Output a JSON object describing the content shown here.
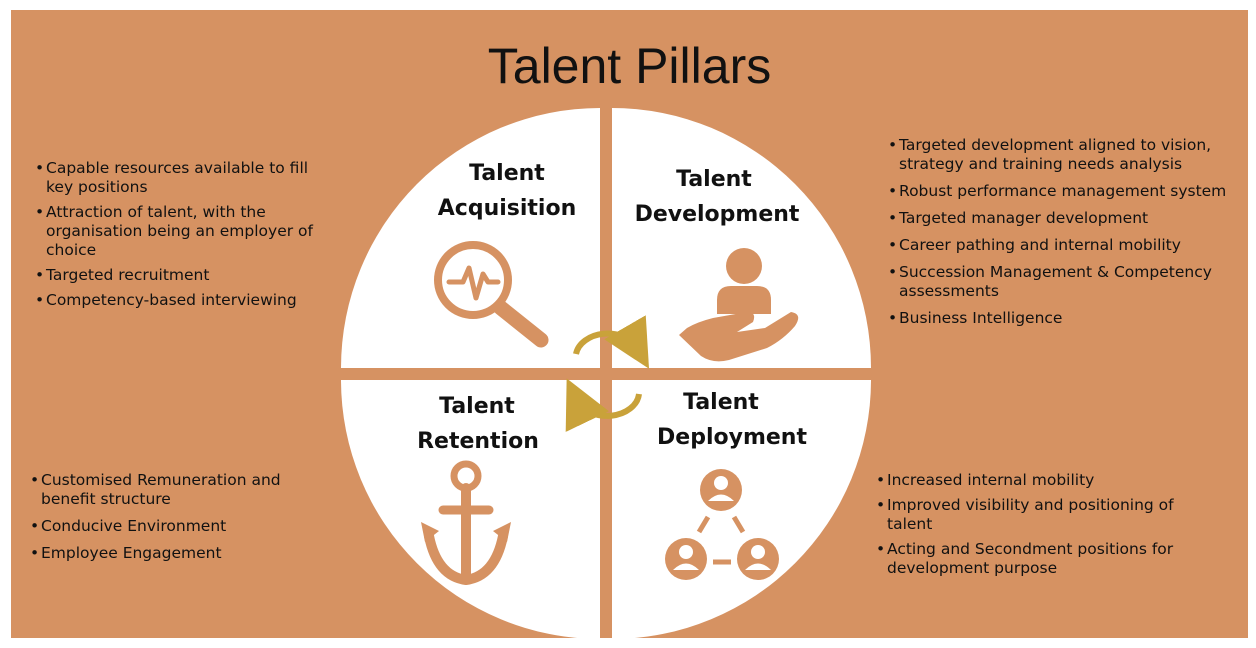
{
  "title": "Talent Pillars",
  "colors": {
    "background": "#d69262",
    "panel": "#ffffff",
    "icon": "#d69262",
    "cycle_arrows": "#c9a23a"
  },
  "quadrants": {
    "acquisition": {
      "title_line1": "Talent",
      "title_line2": "Acquisition",
      "icon": "magnifier-pulse-icon",
      "bullets": [
        "Capable resources available to fill key positions",
        "Attraction of talent, with the organisation being an employer of choice",
        "Targeted recruitment",
        " Competency-based interviewing"
      ]
    },
    "development": {
      "title_line1": "Talent",
      "title_line2": "Development",
      "icon": "person-on-hand-icon",
      "bullets": [
        "Targeted development aligned to vision, strategy and training needs analysis",
        "Robust performance management system",
        "Targeted manager development",
        "Career pathing and internal mobility",
        "Succession Management & Competency assessments",
        "Business Intelligence"
      ]
    },
    "retention": {
      "title_line1": "Talent",
      "title_line2": "Retention",
      "icon": "anchor-icon",
      "bullets": [
        "Customised Remuneration and benefit structure",
        "Conducive Environment",
        "Employee Engagement"
      ]
    },
    "deployment": {
      "title_line1": "Talent",
      "title_line2": "Deployment",
      "icon": "people-network-icon",
      "bullets": [
        "Increased  internal mobility",
        "Improved visibility and positioning of talent",
        "Acting and Secondment positions for development purpose"
      ]
    }
  },
  "center_icon": "cycle-arrows-icon"
}
